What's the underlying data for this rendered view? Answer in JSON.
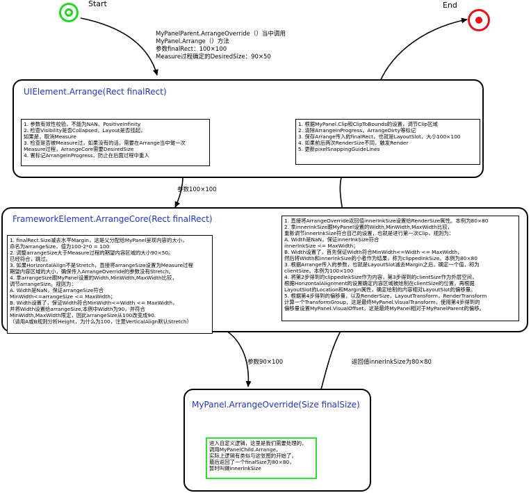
{
  "start": {
    "label": "Start",
    "color": "#22d822"
  },
  "end": {
    "label": "End",
    "color": "#e8121b"
  },
  "top_annotation": [
    "MyPanelParent.ArrangeOverride（）当中调用",
    "MyPanel.Arrange（）方法",
    "参数finalRect：100×100",
    "Measure过程确定的DesiredSize：90×50"
  ],
  "uielement": {
    "title": "UIElement.Arrange(Rect finalRect)",
    "left_notes": [
      "1. 参数有效性校验，不能为NAN、PositiveInfinity",
      "2. 检查Visibility是否Collapsed，Layout是否挂起，",
      "    如果是，取消Measure",
      "3. 检查是否被Measure过，如果没有的话，需要在Arrange当中做一次",
      "    Measure过程，ArrangeCore需要DesiredSize",
      "4. 置标记ArrangeInProgress，防止在后面过程中重入"
    ],
    "right_notes": [
      "1. 根据MyPanel.Clip和ClipToBounds的设置，调节Clip区域",
      "2. 清除ArrangeInProgress，ArrangeDirty等标记",
      "3. 保存Arrange传入的finalRect，也就是LayoutSlot，大小100×100",
      "4. 如果前后两次RenderSize不同，触发Render",
      "5. 更新pixelSnappingGuideLines"
    ]
  },
  "param_label_1": "参数100×100",
  "framework": {
    "title": "FrameworkElement.ArrangeCore(Rect finalRect)",
    "left_notes": [
      "1. finalRect.Size减去水平Margin，这是父分配给MyPanel呈现内容的大小，",
      "    命名为arrangeSize，值为100-2*0 = 100",
      "2. 调整arrangeSize大于Measure过程的期望内容区域的大小90×50。",
      "    已经符合，跳过。",
      "3. 如果HorizontalAlign不是Stretch，直接将arrangeSize设置为Measure过程",
      "    期望内容区域的大小，确保传入ArrangeOverride的参数没有Stretch。",
      "4. 拿arrangeSize跟MyPanel设置的Width,MinWidth,MaxWidth比较，",
      "    调节arrangeSize。规则为：",
      "  A. Width是NaN，保证arrangeSize符合",
      "      MinWidth<=arrangeSize <= MaxWidth；",
      "  B. Width设置了，保证Width符合MinWidth<=Width <= MaxWidth，",
      "      并将Width设置给arrangeSize,本例中Width为90，并符合",
      "      MinWidth,MaxWidth限定，因此arrangeSize从100改变成90.",
      "（请用A或B规则分析Height，为什么为100，注意VerticalAlign默认Stretch）"
    ],
    "right_notes": [
      "1. 直接将ArrangeOverride返回值innerInkSize设置给RenderSize属性。本例为80×80",
      "2. 拿innerInkSize跟MyPanel设置的Width,MinWidth,MaxWidth比较，",
      "    重新调节innerInkSize符合自己的设置，也就是进行第一次Clip，规则为：",
      "  A. Width是NaN，保证innerInkSize符合",
      "        innerInkSize <= MaxWidth；",
      "  B. Width设置了，首先保证Width符合MinWidth<=Width <= MaxWidth，",
      "        然后将Width和innerInkSize的小者作为结果，称为clippedInkSize。本例为80×80",
      "3. 根据Arrange传入的参数，也就是LayoutSlot减去Margin之后，确定一个值，称为",
      "    clientSize。本例为100×100",
      "4. 将第2步得到的clippedInkSize作为内容，第3步得到的clientSize作为外层空间，",
      "    根据HorizontalAlignment的设置确定内容区域被绘制在clientSize的位置，再根据",
      "    LayoutSlot的Location和Margin属性，确定绘制的内容相对LayoutSlot的偏移量。",
      "5. 根据第4步得到的偏移量，以及RenderSize，LayoutTransform，RenderTransform",
      "    计算一个TransformGroup，这是最终MyPanel.VisualTransform，使用第4步得到的",
      "    偏移量设置MyPanel.VisualOffset，这是最终MyPanel相对于MyPanelParent的偏移。"
    ]
  },
  "param_label_2": "参数90×100",
  "return_label": "返回值innerInkSize为80×80",
  "mypanel": {
    "title": "MyPanel.ArrangeOverride(Size finalSize)",
    "notes": [
      "进入自定义逻辑，这里是我们需要处理的，",
      "调用MyPanelChild.Arrange，",
      "实际上逻辑有类似与这张图的开始了，",
      "最后返回了一个finalSize为80×80，",
      "暂时叫做innerInkSize"
    ],
    "note_border": "#33dd33"
  },
  "colors": {
    "title_blue": "#1f35c8"
  }
}
